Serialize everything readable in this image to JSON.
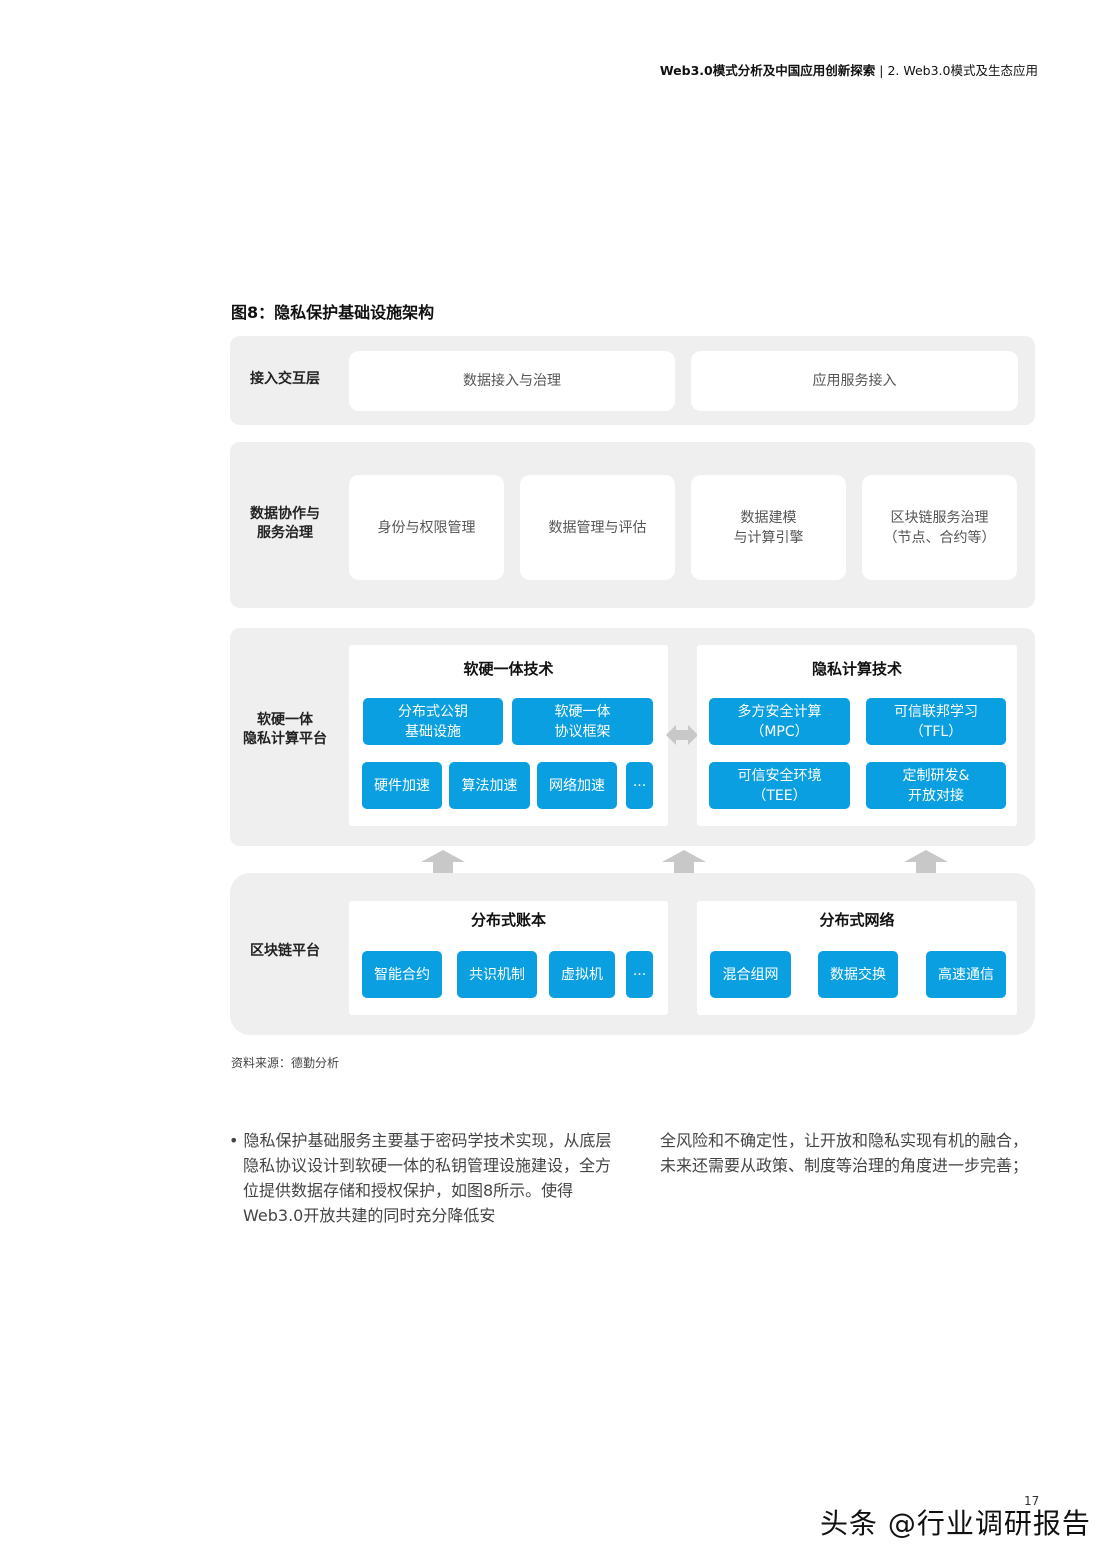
{
  "header": {
    "doc_title": "Web3.0模式分析及中国应用创新探索",
    "separator": "|",
    "section": "2. Web3.0模式及生态应用"
  },
  "figure": {
    "title": "图8：隐私保护基础设施架构",
    "layers": [
      {
        "label": "接入交互层",
        "boxes": [
          "数据接入与治理",
          "应用服务接入"
        ]
      },
      {
        "label": "数据协作与\n服务治理",
        "boxes": [
          "身份与权限管理",
          "数据管理与评估",
          "数据建模\n与计算引擎",
          "区块链服务治理\n（节点、合约等）"
        ]
      },
      {
        "label": "软硬一体\n隐私计算平台",
        "groups": [
          {
            "title": "软硬一体技术",
            "items": [
              "分布式公钥\n基础设施",
              "软硬一体\n协议框架",
              "硬件加速",
              "算法加速",
              "网络加速",
              "···"
            ]
          },
          {
            "title": "隐私计算技术",
            "items": [
              "多方安全计算\n（MPC）",
              "可信联邦学习\n（TFL）",
              "可信安全环境\n（TEE）",
              "定制研发&\n开放对接"
            ]
          }
        ]
      },
      {
        "label": "区块链平台",
        "groups": [
          {
            "title": "分布式账本",
            "items": [
              "智能合约",
              "共识机制",
              "虚拟机",
              "···"
            ]
          },
          {
            "title": "分布式网络",
            "items": [
              "混合组网",
              "数据交换",
              "高速通信"
            ]
          }
        ]
      }
    ],
    "source": "资料来源：德勤分析"
  },
  "body": {
    "col1": "• 隐私保护基础服务主要基于密码学技术实现，从底层隐私协议设计到软硬一体的私钥管理设施建设，全方位提供数据存储和授权保护，如图8所示。使得Web3.0开放共建的同时充分降低安",
    "col2": "全风险和不确定性，让开放和隐私实现有机的融合，未来还需要从政策、制度等治理的角度进一步完善；"
  },
  "page_number": "17",
  "watermark": "头条 @行业调研报告",
  "colors": {
    "accent": "#0a9fe0",
    "panel": "#efefef"
  }
}
